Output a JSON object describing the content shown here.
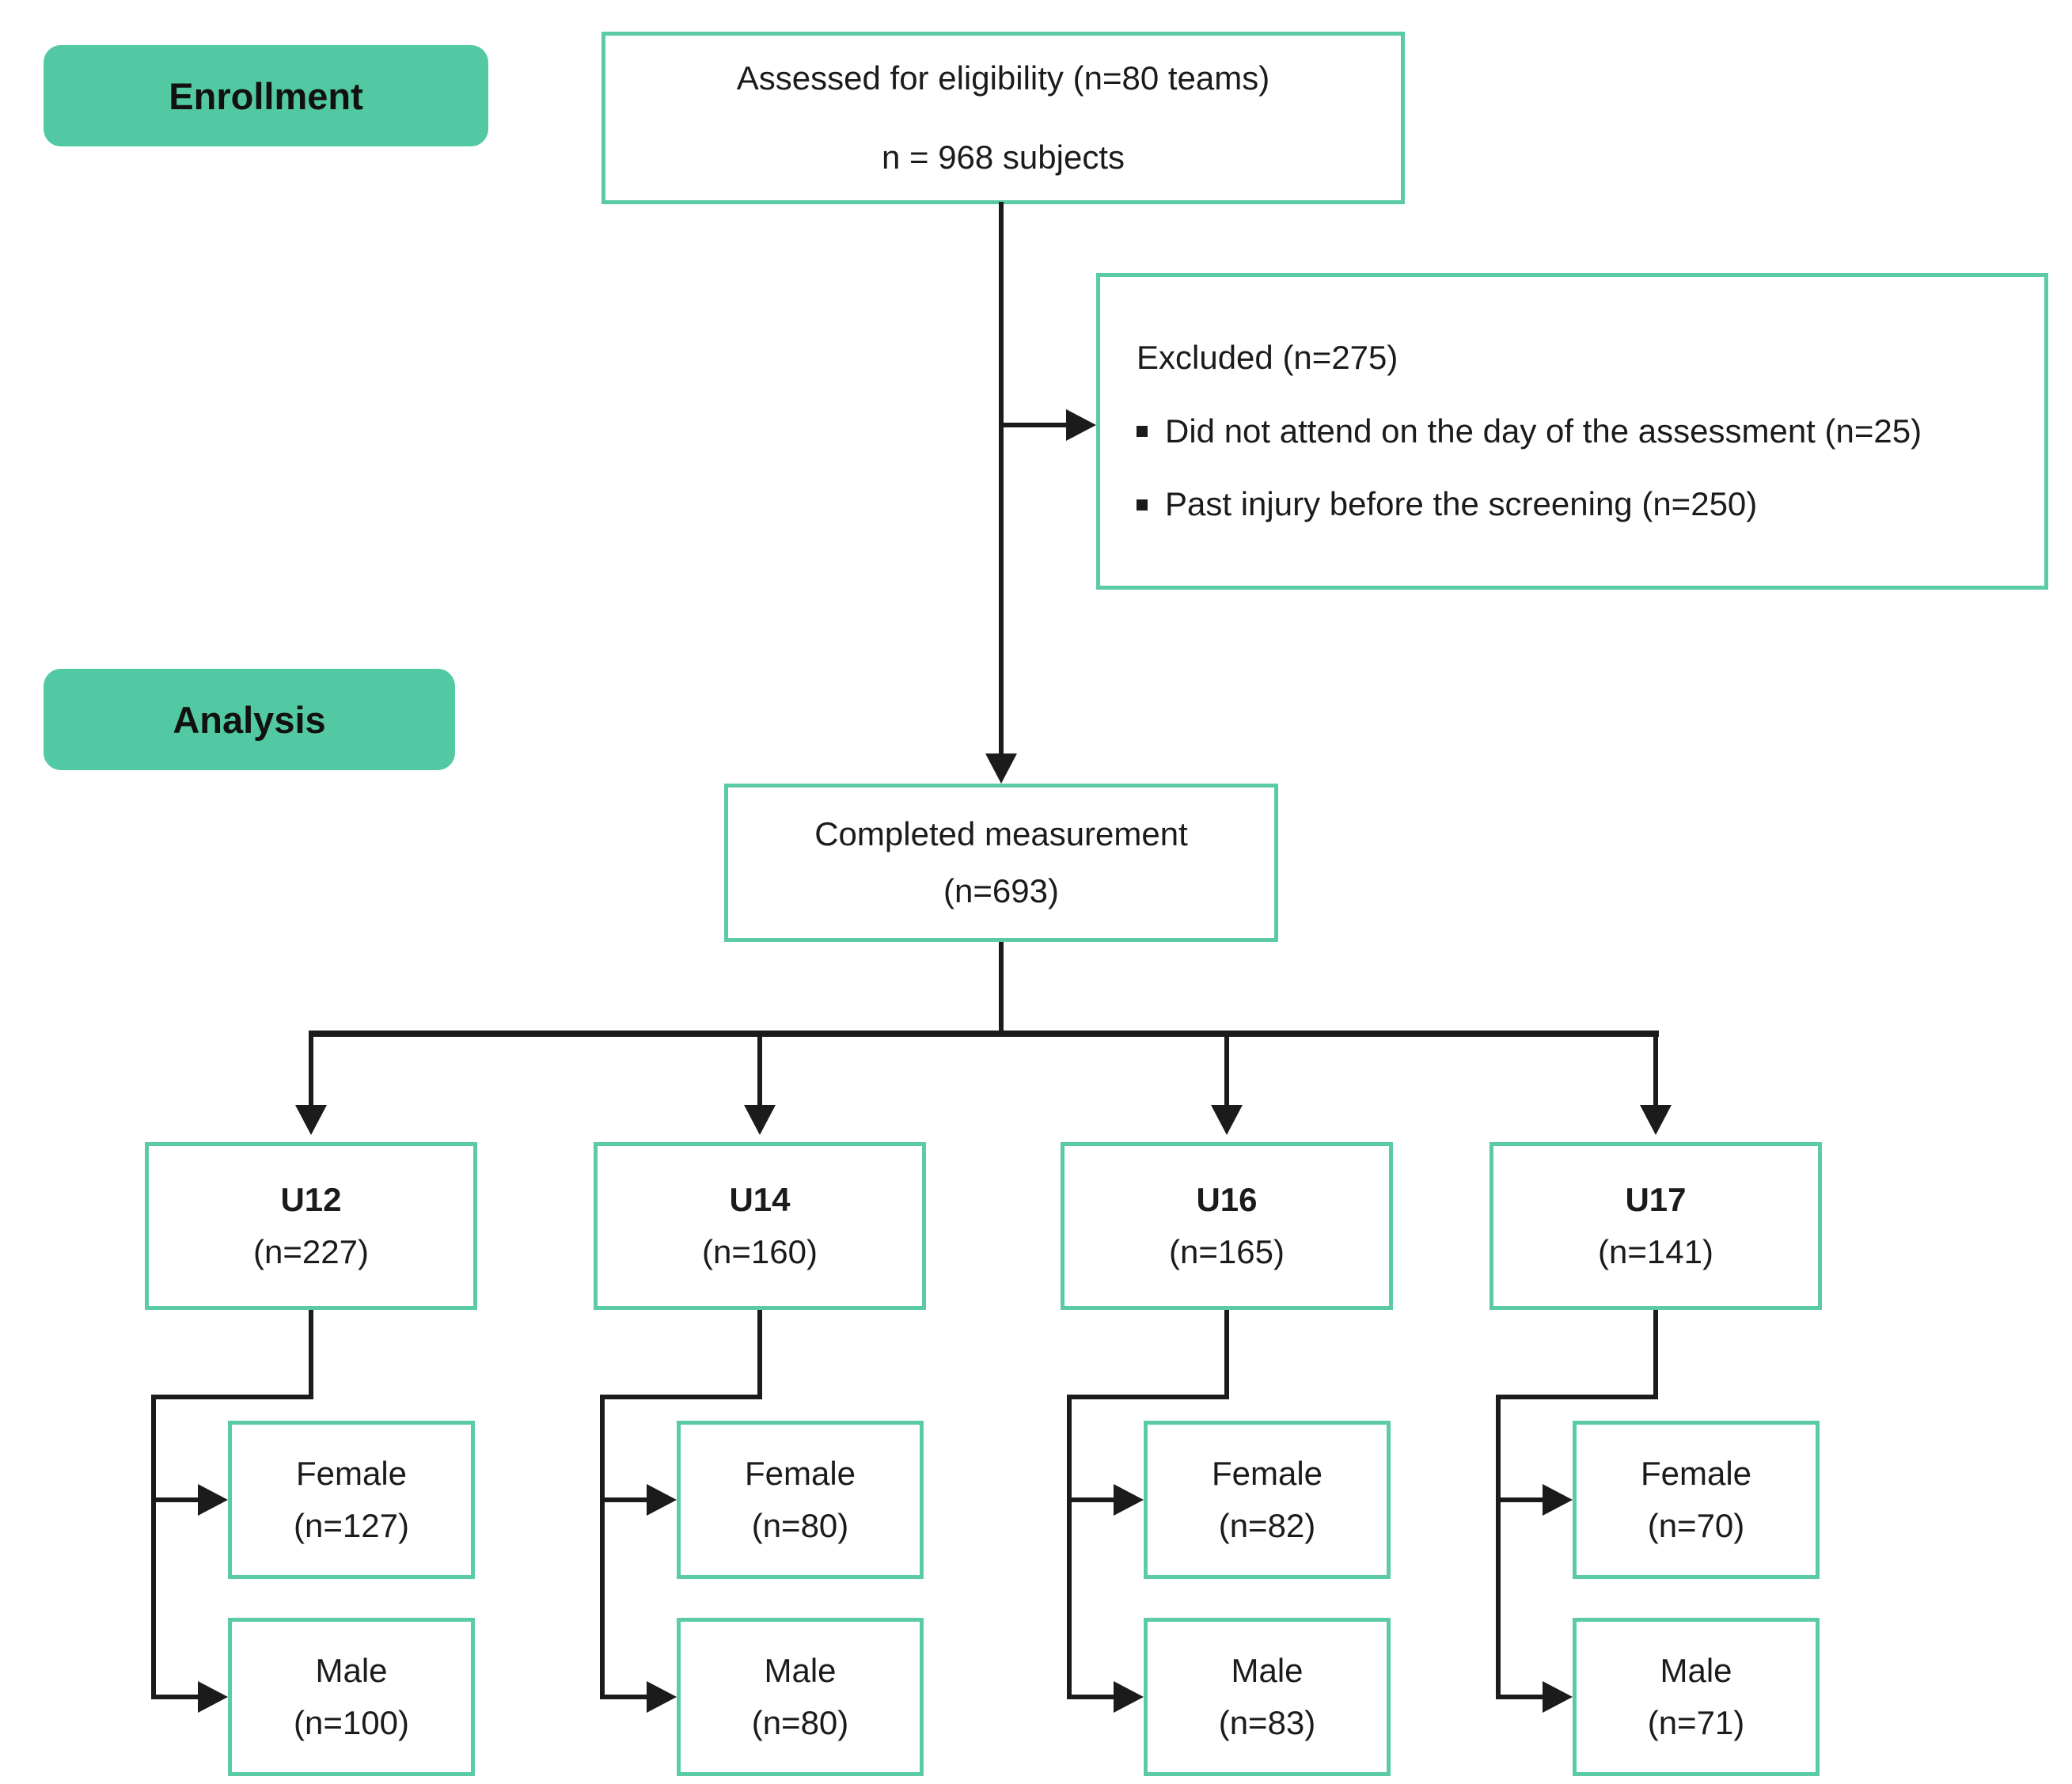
{
  "labels": {
    "enrollment": "Enrollment",
    "analysis": "Analysis"
  },
  "assessed": {
    "line1": "Assessed for eligibility (n=80 teams)",
    "line2": "n = 968 subjects"
  },
  "excluded": {
    "title": "Excluded (n=275)",
    "bullets": [
      "Did not attend on the day of the assessment (n=25)",
      "Past injury before the screening (n=250)"
    ]
  },
  "completed": {
    "line1": "Completed measurement",
    "line2": "(n=693)"
  },
  "groups": [
    {
      "label": "U12",
      "n": "(n=227)",
      "female": {
        "label": "Female",
        "n": "(n=127)"
      },
      "male": {
        "label": "Male",
        "n": "(n=100)"
      }
    },
    {
      "label": "U14",
      "n": "(n=160)",
      "female": {
        "label": "Female",
        "n": "(n=80)"
      },
      "male": {
        "label": "Male",
        "n": "(n=80)"
      }
    },
    {
      "label": "U16",
      "n": "(n=165)",
      "female": {
        "label": "Female",
        "n": "(n=82)"
      },
      "male": {
        "label": "Male",
        "n": "(n=83)"
      }
    },
    {
      "label": "U17",
      "n": "(n=141)",
      "female": {
        "label": "Female",
        "n": "(n=70)"
      },
      "male": {
        "label": "Male",
        "n": "(n=71)"
      }
    }
  ],
  "colors": {
    "badge_green": "#52C9A3",
    "box_border_green": "#5BCBA6",
    "connector_black": "#1B1B1B",
    "background": "#FFFFFF"
  }
}
